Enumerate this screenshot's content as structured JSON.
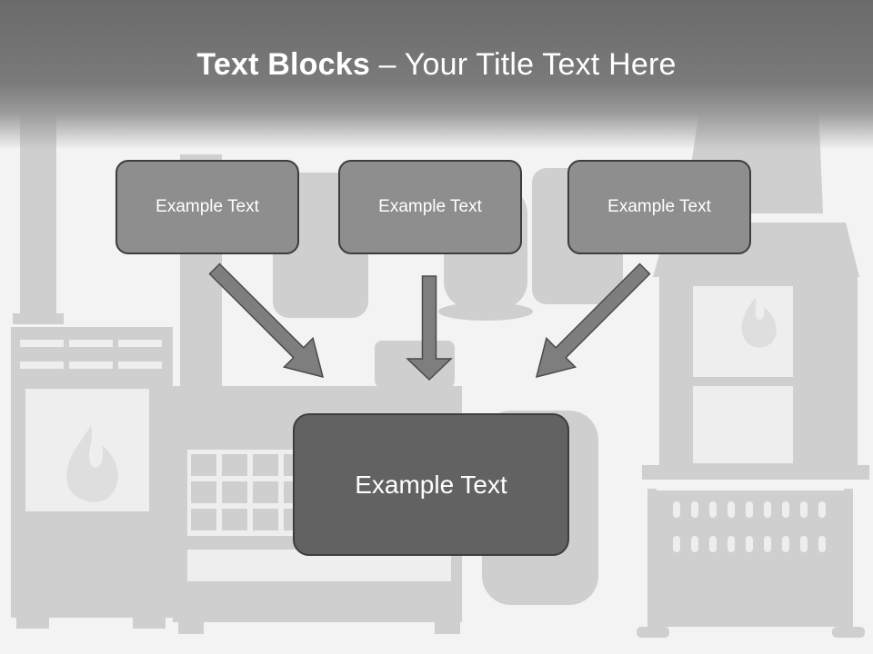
{
  "title": {
    "bold_part": "Text Blocks",
    "separator": " – ",
    "regular_part": "Your Title Text Here"
  },
  "blocks": {
    "left": "Example Text",
    "middle": "Example Text",
    "right": "Example Text",
    "center": "Example Text"
  }
}
